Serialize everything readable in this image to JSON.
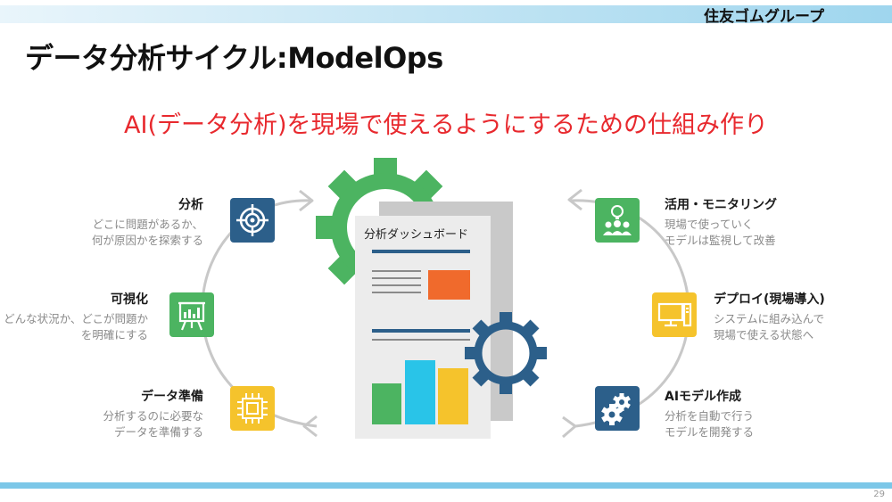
{
  "header": {
    "brand": "住友ゴムグループ",
    "title": "データ分析サイクル:ModelOps",
    "subtitle": "AI(データ分析)を現場で使えるようにするための仕組み作り"
  },
  "dashboard": {
    "title": "分析ダッシュボード"
  },
  "left_steps": [
    {
      "title": "分析",
      "desc1": "どこに問題があるか、",
      "desc2": "何が原因かを探索する",
      "icon": "target-icon",
      "color": "#2c5f8a"
    },
    {
      "title": "可視化",
      "desc1": "どんな状況か、どこが問題か",
      "desc2": "を明確にする",
      "icon": "presentation-board-icon",
      "color": "#4cb461"
    },
    {
      "title": "データ準備",
      "desc1": "分析するのに必要な",
      "desc2": "データを準備する",
      "icon": "chip-icon",
      "color": "#f5c32c"
    }
  ],
  "right_steps": [
    {
      "title": "活用・モニタリング",
      "desc1": "現場で使っていく",
      "desc2": "モデルは監視して改善",
      "icon": "team-idea-icon",
      "color": "#4cb461"
    },
    {
      "title": "デプロイ(現場導入)",
      "desc1": "システムに組み込んで",
      "desc2": "現場で使える状態へ",
      "icon": "computer-icon",
      "color": "#f5c32c"
    },
    {
      "title": "AIモデル作成",
      "desc1": "分析を自動で行う",
      "desc2": "モデルを開発する",
      "icon": "gears-icon",
      "color": "#2c5f8a"
    }
  ],
  "colors": {
    "green": "#4cb461",
    "blue_dark": "#2c5f8a",
    "cyan": "#29c4e8",
    "yellow": "#f5c32c",
    "orange": "#f06a2c",
    "red": "#e8292e"
  },
  "footer": {
    "page": "29"
  }
}
